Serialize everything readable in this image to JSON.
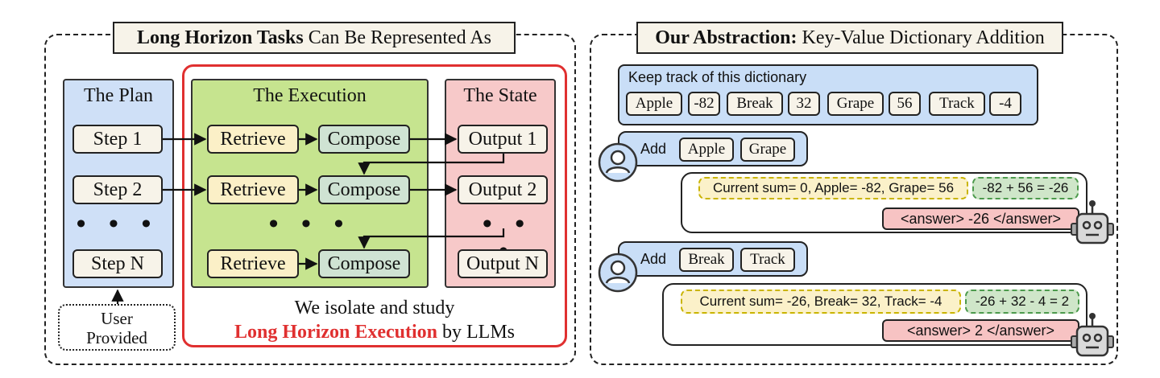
{
  "left": {
    "title_bold": "Long Horizon Tasks",
    "title_rest": "Can Be Represented As",
    "plan": {
      "title": "The Plan",
      "steps": [
        "Step 1",
        "Step 2",
        "Step N"
      ],
      "dots": "• • •",
      "user_line1": "User",
      "user_line2": "Provided"
    },
    "execution": {
      "title": "The Execution",
      "retrieve": "Retrieve",
      "compose": "Compose",
      "dots": "• • •"
    },
    "state": {
      "title": "The State",
      "outputs": [
        "Output 1",
        "Output 2",
        "Output N"
      ],
      "dots": "• • •"
    },
    "caption_line1": "We isolate and study",
    "caption_highlight": "Long Horizon Execution",
    "caption_tail": "by LLMs"
  },
  "right": {
    "title_bold": "Our Abstraction:",
    "title_rest": "Key-Value Dictionary Addition",
    "dictionary": {
      "label": "Keep track of this dictionary",
      "entries": [
        {
          "key": "Apple",
          "value": "-82"
        },
        {
          "key": "Break",
          "value": "32"
        },
        {
          "key": "Grape",
          "value": "56"
        },
        {
          "key": "Track",
          "value": "-4"
        }
      ]
    },
    "turns": [
      {
        "add_label": "Add",
        "keys": [
          "Apple",
          "Grape"
        ],
        "reasoning": "Current sum= 0, Apple= -82, Grape= 56",
        "equation": "-82 + 56 = -26",
        "answer": "<answer> -26 </answer>"
      },
      {
        "add_label": "Add",
        "keys": [
          "Break",
          "Track"
        ],
        "reasoning": "Current sum= -26, Break= 32, Track= -4",
        "equation": "-26 + 32 - 4 = 2",
        "answer": "<answer> 2 </answer>"
      }
    ]
  },
  "colors": {
    "plan_bg": "#cfe0f7",
    "execution_bg": "#c6e48f",
    "state_bg": "#f7c9c9",
    "retrieve_bg": "#fbf0c7",
    "compose_bg": "#cfe3d3",
    "step_bg": "#f7f3e9",
    "highlight": "#e03030",
    "prompt_bg": "#c9def7"
  }
}
